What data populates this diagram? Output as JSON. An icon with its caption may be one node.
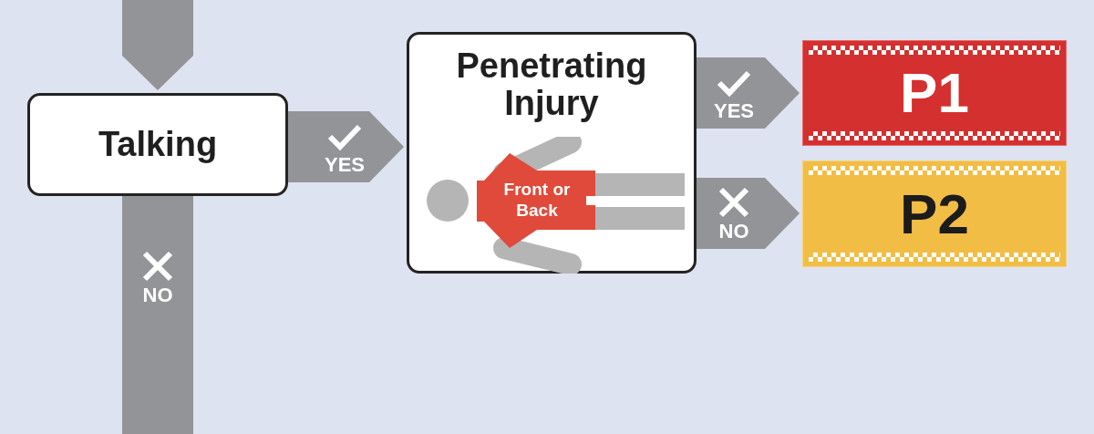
{
  "diagram": {
    "nodes": [
      {
        "text": [
          "Talking"
        ]
      },
      {
        "text": [
          "Penetrating Injury"
        ]
      },
      {
        "text": [
          "Front or Back"
        ],
        "in": 1
      },
      {
        "text": [
          "P1"
        ]
      },
      {
        "text": [
          "P2"
        ]
      }
    ],
    "edges": [
      {
        "from": null,
        "to": 0,
        "arrow": "to"
      },
      {
        "from": 0,
        "to": 1,
        "arrow": "to",
        "label": "YES"
      },
      {
        "from": 1,
        "to": 3,
        "arrow": "to",
        "label": "YES"
      },
      {
        "from": 1,
        "to": 4,
        "arrow": "to",
        "label": "NO"
      },
      {
        "from": 0,
        "to": null,
        "arrow": "none",
        "label": "NO"
      }
    ]
  }
}
